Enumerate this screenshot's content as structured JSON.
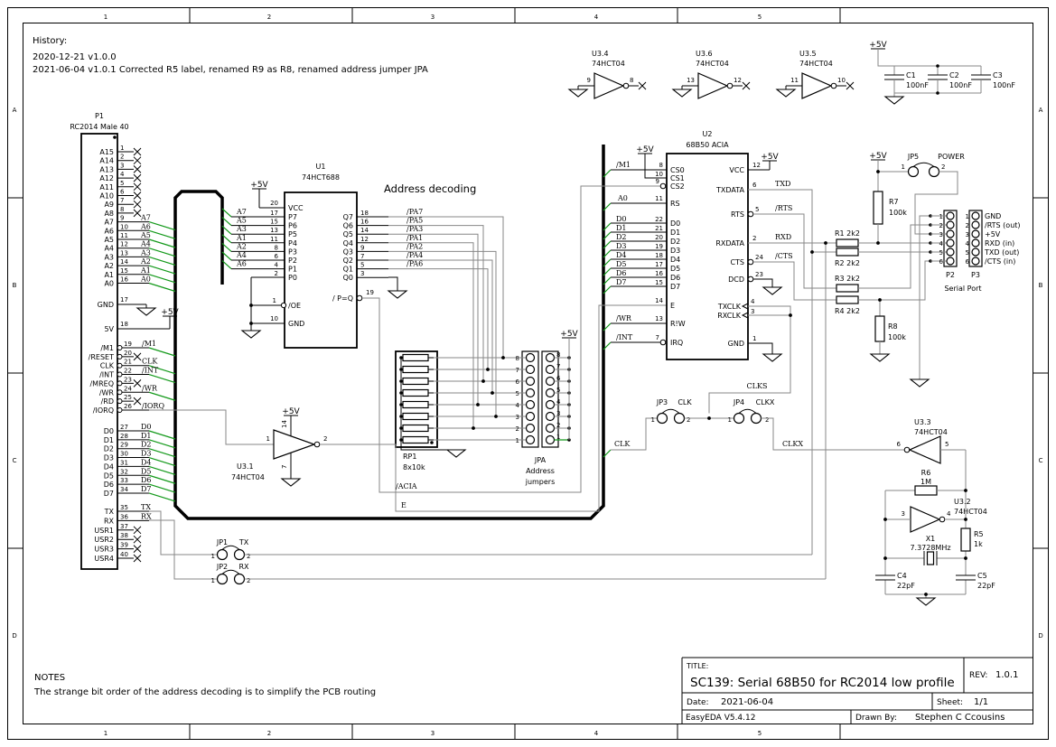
{
  "power": {
    "v5": "+5V"
  },
  "frame": {
    "cols": [
      "1",
      "2",
      "3",
      "4",
      "5"
    ],
    "rows": [
      "A",
      "B",
      "C",
      "D"
    ]
  },
  "history": {
    "title": "History:",
    "line1": "2020-12-21 v1.0.0",
    "line2": "2021-06-04 v1.0.1 Corrected R5 label, renamed R9 as R8, renamed address jumper JPA"
  },
  "notes": {
    "title": "NOTES",
    "body": "The strange bit order of the address decoding is to simplify the PCB routing"
  },
  "title_block": {
    "title_label": "TITLE:",
    "title": "SC139: Serial 68B50 for RC2014 low profile",
    "rev_label": "REV:",
    "rev": "1.0.1",
    "date_label": "Date:",
    "date": "2021-06-04",
    "sheet_label": "Sheet:",
    "sheet": "1/1",
    "tool": "EasyEDA V5.4.12",
    "drawn_label": "Drawn By:",
    "drawn": "Stephen C Ccousins"
  },
  "p1": {
    "ref": "P1",
    "part": "RC2014 Male 40",
    "pins_a": [
      {
        "n": "1",
        "name": "A15",
        "nc": true
      },
      {
        "n": "2",
        "name": "A14",
        "nc": true
      },
      {
        "n": "3",
        "name": "A13",
        "nc": true
      },
      {
        "n": "4",
        "name": "A12",
        "nc": true
      },
      {
        "n": "5",
        "name": "A11",
        "nc": true
      },
      {
        "n": "6",
        "name": "A10",
        "nc": true
      },
      {
        "n": "7",
        "name": "A9",
        "nc": true
      },
      {
        "n": "8",
        "name": "A8",
        "nc": true
      },
      {
        "n": "9",
        "name": "A7",
        "net": "A7",
        "diag": true
      },
      {
        "n": "10",
        "name": "A6",
        "net": "A6",
        "diag": true
      },
      {
        "n": "11",
        "name": "A5",
        "net": "A5",
        "diag": true
      },
      {
        "n": "12",
        "name": "A4",
        "net": "A4",
        "diag": true
      },
      {
        "n": "13",
        "name": "A3",
        "net": "A3",
        "diag": true
      },
      {
        "n": "14",
        "name": "A2",
        "net": "A2",
        "diag": true
      },
      {
        "n": "15",
        "name": "A1",
        "net": "A1",
        "diag": true
      },
      {
        "n": "16",
        "name": "A0",
        "net": "A0",
        "diag": true
      }
    ],
    "gnd": {
      "n": "17",
      "name": "GND"
    },
    "v5": {
      "n": "18",
      "name": "5V"
    },
    "pins_b": [
      {
        "n": "19",
        "name": "/M1",
        "net": "/M1",
        "diag": true,
        "bub": true
      },
      {
        "n": "20",
        "name": "/RESET",
        "nc": true,
        "bub": true
      },
      {
        "n": "21",
        "name": "CLK",
        "net": "CLK",
        "diag": true,
        "bub": true
      },
      {
        "n": "22",
        "name": "/INT",
        "net": "/INT",
        "diag": true,
        "bub": true
      },
      {
        "n": "23",
        "name": "/MREQ",
        "nc": true,
        "bub": true
      },
      {
        "n": "24",
        "name": "/WR",
        "net": "/WR",
        "diag": true,
        "bub": true
      },
      {
        "n": "25",
        "name": "/RD",
        "nc": true,
        "bub": true
      },
      {
        "n": "26",
        "name": "/IORQ",
        "net": "/IORQ",
        "bub": true
      }
    ],
    "pins_c": [
      {
        "n": "27",
        "name": "D0",
        "net": "D0",
        "diag": true
      },
      {
        "n": "28",
        "name": "D1",
        "net": "D1",
        "diag": true
      },
      {
        "n": "29",
        "name": "D2",
        "net": "D2",
        "diag": true
      },
      {
        "n": "30",
        "name": "D3",
        "net": "D3",
        "diag": true
      },
      {
        "n": "31",
        "name": "D4",
        "net": "D4",
        "diag": true
      },
      {
        "n": "32",
        "name": "D5",
        "net": "D5",
        "diag": true
      },
      {
        "n": "33",
        "name": "D6",
        "net": "D6",
        "diag": true
      },
      {
        "n": "34",
        "name": "D7",
        "net": "D7",
        "diag": true
      }
    ],
    "pins_d": [
      {
        "n": "35",
        "name": "TX",
        "net": "TX"
      },
      {
        "n": "36",
        "name": "RX",
        "net": "RX"
      },
      {
        "n": "37",
        "name": "USR1",
        "nc": true
      },
      {
        "n": "38",
        "name": "USR2",
        "nc": true
      },
      {
        "n": "39",
        "name": "USR3",
        "nc": true
      },
      {
        "n": "40",
        "name": "USR4",
        "nc": true
      }
    ]
  },
  "u1": {
    "ref": "U1",
    "part": "74HCT688",
    "heading": "Address decoding",
    "vcc": {
      "num": "20",
      "name": "VCC"
    },
    "left": [
      {
        "num": "17",
        "name": "P7",
        "net": "A7",
        "diag": true
      },
      {
        "num": "15",
        "name": "P6",
        "net": "A5",
        "diag": true
      },
      {
        "num": "13",
        "name": "P5",
        "net": "A3",
        "diag": true
      },
      {
        "num": "11",
        "name": "P4",
        "net": "A1",
        "diag": true
      },
      {
        "num": "8",
        "name": "P3",
        "net": "A2",
        "diag": true
      },
      {
        "num": "6",
        "name": "P2",
        "net": "A4",
        "diag": true
      },
      {
        "num": "4",
        "name": "P1",
        "net": "A6",
        "diag": true
      },
      {
        "num": "2",
        "name": "P0"
      }
    ],
    "right": [
      {
        "num": "18",
        "name": "Q7",
        "net": "/PA7"
      },
      {
        "num": "16",
        "name": "Q6",
        "net": "/PA5"
      },
      {
        "num": "14",
        "name": "Q5",
        "net": "/PA3"
      },
      {
        "num": "12",
        "name": "Q4",
        "net": "/PA1"
      },
      {
        "num": "9",
        "name": "Q3",
        "net": "/PA2"
      },
      {
        "num": "7",
        "name": "Q2",
        "net": "/PA4"
      },
      {
        "num": "5",
        "name": "Q1",
        "net": "/PA6"
      },
      {
        "num": "3",
        "name": "Q0"
      }
    ],
    "oe": {
      "num": "1",
      "name": "/OE"
    },
    "gnd": {
      "num": "10",
      "name": "GND"
    },
    "pq": {
      "num": "19",
      "name": "/ P=Q"
    }
  },
  "u2": {
    "ref": "U2",
    "part": "68B50 ACIA",
    "cs0": {
      "num": "8",
      "name": "CS0",
      "net": "/M1"
    },
    "cs1": {
      "num": "10",
      "name": "CS1"
    },
    "cs2": {
      "num": "9",
      "name": "CS2"
    },
    "rs": {
      "num": "11",
      "name": "RS",
      "net": "A0"
    },
    "data": [
      {
        "num": "22",
        "name": "D0",
        "net": "D0"
      },
      {
        "num": "21",
        "name": "D1",
        "net": "D1"
      },
      {
        "num": "20",
        "name": "D2",
        "net": "D2"
      },
      {
        "num": "19",
        "name": "D3",
        "net": "D3"
      },
      {
        "num": "18",
        "name": "D4",
        "net": "D4"
      },
      {
        "num": "17",
        "name": "D5",
        "net": "D5"
      },
      {
        "num": "16",
        "name": "D6",
        "net": "D6"
      },
      {
        "num": "15",
        "name": "D7",
        "net": "D7"
      }
    ],
    "e": {
      "num": "14",
      "name": "E"
    },
    "rw": {
      "num": "13",
      "name": "R!W",
      "net": "/WR"
    },
    "irq": {
      "num": "7",
      "name": "IRQ",
      "net": "/INT"
    },
    "vcc": {
      "num": "12",
      "name": "VCC"
    },
    "txdata": {
      "num": "6",
      "name": "TXDATA",
      "net": "TXD"
    },
    "rts": {
      "num": "5",
      "name": "RTS",
      "net": "/RTS"
    },
    "rxdata": {
      "num": "2",
      "name": "RXDATA",
      "net": "RXD"
    },
    "cts": {
      "num": "24",
      "name": "CTS",
      "net": "/CTS"
    },
    "dcd": {
      "num": "23",
      "name": "DCD"
    },
    "txclk": {
      "num": "4",
      "name": "TXCLK"
    },
    "rxclk": {
      "num": "3",
      "name": "RXCLK"
    },
    "gnd": {
      "num": "1",
      "name": "GND"
    }
  },
  "u3": {
    "g1": {
      "ref": "U3.1",
      "part": "74HCT04",
      "in": "1",
      "out": "2",
      "vcc": "14",
      "gnd": "7"
    },
    "g2": {
      "ref": "U3.2",
      "part": "74HCT04",
      "in": "3",
      "out": "4"
    },
    "g3": {
      "ref": "U3.3",
      "part": "74HCT04",
      "in": "5",
      "out": "6"
    },
    "spare": [
      {
        "ref": "U3.4",
        "part": "74HCT04",
        "pin_in": "9",
        "pin_out": "8"
      },
      {
        "ref": "U3.6",
        "part": "74HCT04",
        "pin_in": "13",
        "pin_out": "12"
      },
      {
        "ref": "U3.5",
        "part": "74HCT04",
        "pin_in": "11",
        "pin_out": "10"
      }
    ]
  },
  "caps": {
    "list": [
      {
        "ref": "C1",
        "val": "100nF"
      },
      {
        "ref": "C2",
        "val": "100nF"
      },
      {
        "ref": "C3",
        "val": "100nF"
      }
    ],
    "c4": {
      "ref": "C4",
      "val": "22pF"
    },
    "c5": {
      "ref": "C5",
      "val": "22pF"
    }
  },
  "resistors": {
    "r1": {
      "label": "R1 2k2"
    },
    "r2": {
      "label": "R2 2k2"
    },
    "r3": {
      "label": "R3 2k2"
    },
    "r4": {
      "label": "R4 2k2"
    },
    "r5": {
      "ref": "R5",
      "val": "1k"
    },
    "r6": {
      "ref": "R6",
      "val": "1M"
    },
    "r7": {
      "ref": "R7",
      "val": "100k"
    },
    "r8": {
      "ref": "R8",
      "val": "100k"
    }
  },
  "rp1": {
    "ref": "RP1",
    "val": "8x10k"
  },
  "x1": {
    "ref": "X1",
    "val": "7.3728MHz"
  },
  "jumpers": {
    "jp1": {
      "ref": "JP1",
      "net": "TX",
      "p1": "1",
      "p2": "2"
    },
    "jp2": {
      "ref": "JP2",
      "net": "RX",
      "p1": "1",
      "p2": "2"
    },
    "jp3": {
      "ref": "JP3",
      "net": "CLK",
      "p1": "1",
      "p2": "2"
    },
    "jp4": {
      "ref": "JP4",
      "net": "CLKX",
      "p1": "1",
      "p2": "2"
    },
    "jp5": {
      "ref": "JP5",
      "net": "POWER",
      "p1": "1",
      "p2": "2"
    }
  },
  "jpa": {
    "ref": "JPA",
    "caption1": "Address",
    "caption2": "jumpers",
    "rows": [
      {
        "n": "8",
        "k": true
      },
      {
        "n": "7",
        "k": true
      },
      {
        "n": "6",
        "k": true
      },
      {
        "n": "5",
        "k": true
      },
      {
        "n": "4",
        "k": true
      },
      {
        "n": "3",
        "k": true
      },
      {
        "n": "2",
        "k": true
      },
      {
        "n": "1",
        "g": true
      }
    ]
  },
  "serial": {
    "p2": "P2",
    "p3": "P3",
    "caption": "Serial Port",
    "rows": [
      {
        "n": "1",
        "label": "GND"
      },
      {
        "n": "2",
        "label": "/RTS (out)"
      },
      {
        "n": "3",
        "label": "+5V"
      },
      {
        "n": "4",
        "label": "RXD (in)"
      },
      {
        "n": "5",
        "label": "TXD (out)"
      },
      {
        "n": "6",
        "label": "/CTS (in)"
      }
    ]
  },
  "nets": {
    "acia": "/ACIA",
    "e": "E",
    "clk": "CLK",
    "clkx": "CLKX",
    "clks": "CLKS"
  }
}
